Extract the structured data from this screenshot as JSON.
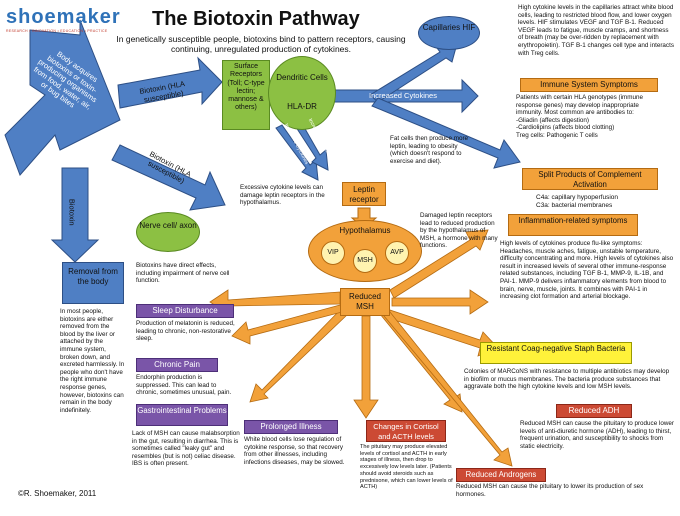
{
  "header": {
    "logo": "shoemaker",
    "tagline": "RESEARCH • INNOVATION • EDUCATION • PRACTICE",
    "title": "The Biotoxin Pathway",
    "subtitle": "In genetically susceptible people, biotoxins bind to pattern receptors, causing continuing, unregulated production of cytokines."
  },
  "colors": {
    "blue": "#4f7fc4",
    "orange": "#f2a13a",
    "purple": "#7a55a8",
    "red": "#cc4a34",
    "yellow": "#fff23a",
    "green": "#8cc043"
  },
  "nodes": {
    "acquire": "Body acquires biotoxins or toxin-producing organisms from food, water, air, or bug bites",
    "biotoxin_hla": "Biotoxin (HLA susceptible)",
    "biotoxin_hla2": "Biotoxin (HLA susceptible)",
    "biotoxin_down": "Biotoxin",
    "surface_receptors": "Surface Receptors (Toll; C-type lectin; mannose & others)",
    "dendritic_cells": "Dendritic Cells",
    "hla_dr": "HLA-DR",
    "increased_cytokines_lbl": "Increased Cytokines",
    "arrow_increased": "Increased Cytokines",
    "arrow_increased2": "Increased Cytokines",
    "capillaries": "Capillaries HIF",
    "nerve_cell": "Nerve cell/ axon",
    "leptin_receptor": "Leptin receptor",
    "hypothalamus": "Hypothalamus",
    "vip": "VIP",
    "msh": "MSH",
    "avp": "AVP",
    "reduced_msh": "Reduced MSH",
    "removal": "Removal from the body"
  },
  "text": {
    "capillaries_desc": "High cytokine levels in the capillaries attract white blood cells, leading to restricted blood flow, and lower oxygen levels. HIF stimulates VEGF and TGF B-1. Reduced VEGF leads to fatigue, muscle cramps, and shortness of breath (may be over-ridden by replacement with erythropoietin). TGF B-1 changes cell type and interacts with Treg cells.",
    "immune_title": "Immune System Symptoms",
    "immune_desc": "Patients with certain HLA genotypes (immune response genes) may develop inappropriate immunity. Most common are antibodies to:\n-Gliadin (affects digestion)\n-Cardiolipins (affects blood clotting)\nTreg cells: Pathogenic T cells",
    "split_title": "Split Products of Complement Activation",
    "split_desc": "C4a: capillary hypoperfusion\nC3a: bacterial membranes",
    "fat_cells": "Fat cells then produce more leptin, leading to obesity (which doesn't respond to exercise and diet).",
    "excessive_cytokine": "Excessive cytokine levels can damage leptin receptors in the hypothalamus.",
    "damaged_leptin": "Damaged leptin receptors lead to reduced production by the hypothalamus of MSH, a hormone with many functions.",
    "inflam_title": "Inflammation-related symptoms",
    "inflam_desc": "High levels of cytokines produce flu-like symptoms: Headaches, muscle aches, fatigue, unstable temperature, difficulty concentrating and more. High levels of cytokines also result in increased levels of several other immune-response related substances, including TGF B-1, MMP-9, IL-1B, and PAI-1. MMP-9 delivers inflammatory elements from blood to brain, nerve, muscle, joints. It combines with PAI-1 in increasing clot formation and arterial blockage.",
    "nerve_desc": "Biotoxins have direct effects, including impairment of nerve cell function.",
    "removal_desc": "In most people, biotoxins are either removed from the blood by the liver or attached by the immune system, broken down, and excreted harmlessly. In people who don't have the right immune response genes, however, biotoxins can remain in the body indefinitely.",
    "sleep_title": "Sleep Disturbance",
    "sleep_desc": "Production of melatonin is reduced, leading to chronic, non-restorative sleep.",
    "pain_title": "Chronic Pain",
    "pain_desc": "Endorphin production is suppressed. This can lead to chronic, sometimes unusual, pain.",
    "gi_title": "Gastrointestinal Problems",
    "gi_desc": "Lack of MSH can cause malabsorption in the gut, resulting in diarrhea. This is sometimes called \"leaky gut\" and resembles (but is not) celiac disease. IBS is often present.",
    "illness_title": "Prolonged Illness",
    "illness_desc": "White blood cells lose regulation of cytokine response, so that recovery from other illnesses, including infections diseases, may be slowed.",
    "cortisol_title": "Changes in Cortisol and ACTH levels",
    "cortisol_desc": "The pituitary may produce elevated levels of cortisol and ACTH in early stages of illness, then drop to excessively low levels later. (Patients should avoid steroids such as prednisone, which can lower levels of ACTH)",
    "staph_title": "Resistant Coag-negative Staph Bacteria",
    "staph_desc": "Colonies of MARCoNS with resistance to multiple antibiotics may develop in biofilm or mucus membranes. The bacteria produce substances that aggravate both the high cytokine levels and low MSH levels.",
    "adh_title": "Reduced ADH",
    "adh_desc": "Reduced MSH can cause the pituitary to produce lower levels of anti-diuretic hormone (ADH), leading to thirst, frequent urination, and susceptibility to shocks from static electricity.",
    "androgens_title": "Reduced Androgens",
    "androgens_desc": "Reduced MSH can cause the pituitary to lower its production of sex hormones.",
    "copyright": "©R. Shoemaker, 2011"
  }
}
